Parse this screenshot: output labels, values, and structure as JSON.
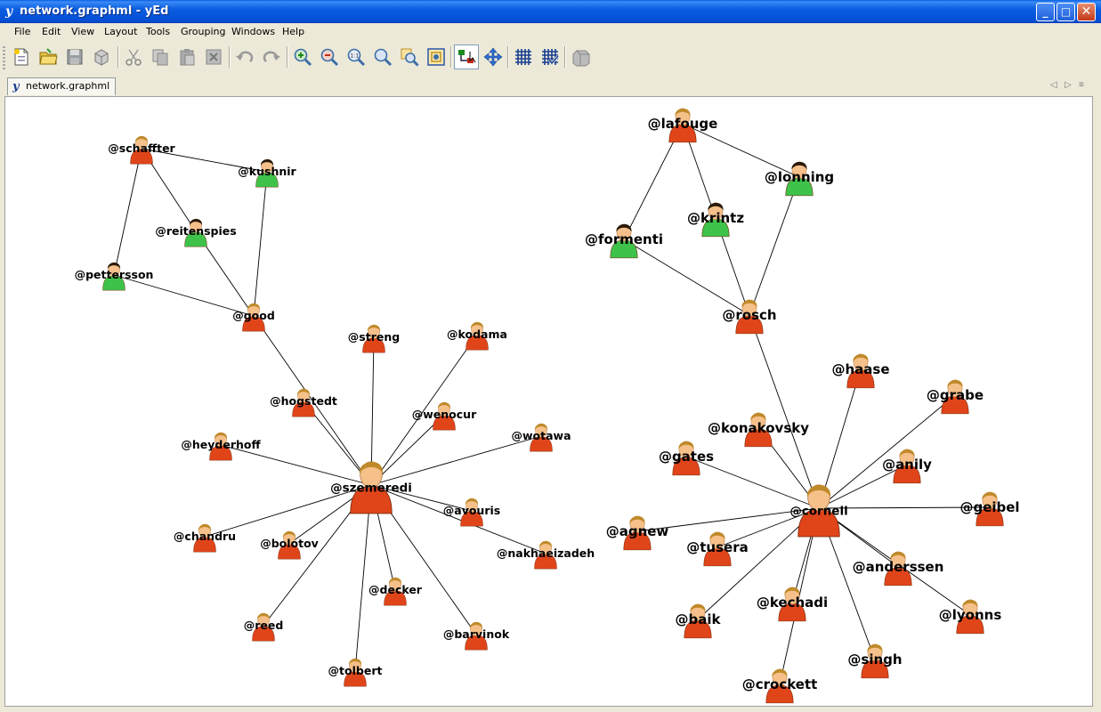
{
  "window": {
    "title": "network.graphml - yEd",
    "app_icon": "y",
    "controls": {
      "minimize": "_",
      "maximize": "□",
      "close": "✕"
    }
  },
  "menu": [
    "File",
    "Edit",
    "View",
    "Layout",
    "Tools",
    "Grouping",
    "Windows",
    "Help"
  ],
  "toolbar": {
    "tools": [
      "new-document-icon",
      "open-folder-icon",
      "save-icon",
      "properties-icon",
      "cut-icon",
      "copy-icon",
      "paste-icon",
      "delete-icon",
      "undo-icon",
      "redo-icon",
      "zoom-in-icon",
      "zoom-out-icon",
      "zoom-original-icon",
      "fit-content-icon",
      "zoom-area-icon",
      "fit-selection-icon",
      "edit-mode-icon",
      "navigation-mode-icon",
      "grid-icon",
      "snap-grid-icon",
      "layout-icon"
    ],
    "active_tool": "edit-mode-icon"
  },
  "tabs": {
    "active": "network.graphml",
    "nav": {
      "prev": "◁",
      "next": "▷",
      "list": "≡"
    }
  },
  "graph": {
    "nodes": [
      {
        "id": "schaffter",
        "label": "@schaffter",
        "kind": "orange",
        "size": "small"
      },
      {
        "id": "kushnir",
        "label": "@kushnir",
        "kind": "green",
        "size": "small"
      },
      {
        "id": "reitenspies",
        "label": "@reitenspies",
        "kind": "green",
        "size": "small"
      },
      {
        "id": "pettersson",
        "label": "@pettersson",
        "kind": "green",
        "size": "small"
      },
      {
        "id": "good",
        "label": "@good",
        "kind": "orange",
        "size": "small"
      },
      {
        "id": "streng",
        "label": "@streng",
        "kind": "orange",
        "size": "small"
      },
      {
        "id": "kodama",
        "label": "@kodama",
        "kind": "orange",
        "size": "small"
      },
      {
        "id": "hogstedt",
        "label": "@hogstedt",
        "kind": "orange",
        "size": "small"
      },
      {
        "id": "wenocur",
        "label": "@wenocur",
        "kind": "orange",
        "size": "small"
      },
      {
        "id": "wotawa",
        "label": "@wotawa",
        "kind": "orange",
        "size": "small"
      },
      {
        "id": "heyderhoff",
        "label": "@heyderhoff",
        "kind": "orange",
        "size": "small"
      },
      {
        "id": "szemeredi",
        "label": "@szemeredi",
        "kind": "orange",
        "size": "large"
      },
      {
        "id": "avouris",
        "label": "@avouris",
        "kind": "orange",
        "size": "small"
      },
      {
        "id": "chandru",
        "label": "@chandru",
        "kind": "orange",
        "size": "small"
      },
      {
        "id": "bolotov",
        "label": "@bolotov",
        "kind": "orange",
        "size": "small"
      },
      {
        "id": "nakhaeizadeh",
        "label": "@nakhaeizadeh",
        "kind": "orange",
        "size": "small"
      },
      {
        "id": "decker",
        "label": "@decker",
        "kind": "orange",
        "size": "small"
      },
      {
        "id": "reed",
        "label": "@reed",
        "kind": "orange",
        "size": "small"
      },
      {
        "id": "barvinok",
        "label": "@barvinok",
        "kind": "orange",
        "size": "small"
      },
      {
        "id": "tolbert",
        "label": "@tolbert",
        "kind": "orange",
        "size": "small"
      },
      {
        "id": "lafouge",
        "label": "@lafouge",
        "kind": "orange",
        "size": "medium"
      },
      {
        "id": "lonning",
        "label": "@lonning",
        "kind": "green",
        "size": "medium"
      },
      {
        "id": "krintz",
        "label": "@krintz",
        "kind": "green",
        "size": "medium"
      },
      {
        "id": "formenti",
        "label": "@formenti",
        "kind": "green",
        "size": "medium"
      },
      {
        "id": "rosch",
        "label": "@rosch",
        "kind": "orange",
        "size": "medium"
      },
      {
        "id": "haase",
        "label": "@haase",
        "kind": "orange",
        "size": "medium"
      },
      {
        "id": "grabe",
        "label": "@grabe",
        "kind": "orange",
        "size": "medium"
      },
      {
        "id": "konakovsky",
        "label": "@konakovsky",
        "kind": "orange",
        "size": "medium"
      },
      {
        "id": "gates",
        "label": "@gates",
        "kind": "orange",
        "size": "medium"
      },
      {
        "id": "anily",
        "label": "@anily",
        "kind": "orange",
        "size": "medium"
      },
      {
        "id": "cornell",
        "label": "@cornell",
        "kind": "orange",
        "size": "large"
      },
      {
        "id": "geibel",
        "label": "@geibel",
        "kind": "orange",
        "size": "medium"
      },
      {
        "id": "agnew",
        "label": "@agnew",
        "kind": "orange",
        "size": "medium"
      },
      {
        "id": "tusera",
        "label": "@tusera",
        "kind": "orange",
        "size": "medium"
      },
      {
        "id": "anderssen",
        "label": "@anderssen",
        "kind": "orange",
        "size": "medium"
      },
      {
        "id": "kechadi",
        "label": "@kechadi",
        "kind": "orange",
        "size": "medium"
      },
      {
        "id": "baik",
        "label": "@baik",
        "kind": "orange",
        "size": "medium"
      },
      {
        "id": "lyonns",
        "label": "@lyonns",
        "kind": "orange",
        "size": "medium"
      },
      {
        "id": "singh",
        "label": "@singh",
        "kind": "orange",
        "size": "medium"
      },
      {
        "id": "crockett",
        "label": "@crockett",
        "kind": "orange",
        "size": "medium"
      }
    ],
    "edges": [
      [
        "schaffter",
        "kushnir"
      ],
      [
        "schaffter",
        "reitenspies"
      ],
      [
        "schaffter",
        "pettersson"
      ],
      [
        "kushnir",
        "good"
      ],
      [
        "reitenspies",
        "good"
      ],
      [
        "pettersson",
        "good"
      ],
      [
        "good",
        "szemeredi"
      ],
      [
        "hogstedt",
        "szemeredi"
      ],
      [
        "streng",
        "szemeredi"
      ],
      [
        "kodama",
        "szemeredi"
      ],
      [
        "wenocur",
        "szemeredi"
      ],
      [
        "wotawa",
        "szemeredi"
      ],
      [
        "heyderhoff",
        "szemeredi"
      ],
      [
        "avouris",
        "szemeredi"
      ],
      [
        "chandru",
        "szemeredi"
      ],
      [
        "bolotov",
        "szemeredi"
      ],
      [
        "nakhaeizadeh",
        "szemeredi"
      ],
      [
        "decker",
        "szemeredi"
      ],
      [
        "reed",
        "szemeredi"
      ],
      [
        "barvinok",
        "szemeredi"
      ],
      [
        "tolbert",
        "szemeredi"
      ],
      [
        "lafouge",
        "lonning"
      ],
      [
        "lafouge",
        "krintz"
      ],
      [
        "lafouge",
        "formenti"
      ],
      [
        "lonning",
        "rosch"
      ],
      [
        "krintz",
        "rosch"
      ],
      [
        "formenti",
        "rosch"
      ],
      [
        "rosch",
        "cornell"
      ],
      [
        "haase",
        "cornell"
      ],
      [
        "grabe",
        "cornell"
      ],
      [
        "konakovsky",
        "cornell"
      ],
      [
        "gates",
        "cornell"
      ],
      [
        "anily",
        "cornell"
      ],
      [
        "geibel",
        "cornell"
      ],
      [
        "agnew",
        "cornell"
      ],
      [
        "tusera",
        "cornell"
      ],
      [
        "anderssen",
        "cornell"
      ],
      [
        "kechadi",
        "cornell"
      ],
      [
        "baik",
        "cornell"
      ],
      [
        "lyonns",
        "cornell"
      ],
      [
        "singh",
        "cornell"
      ],
      [
        "crockett",
        "cornell"
      ]
    ]
  },
  "colors": {
    "titlebar": "#0A5CE0",
    "chrome": "#ECE9D8",
    "canvas": "#FFFFFF",
    "edge": "#000000",
    "person_orange_body": "#E0451A",
    "person_green_body": "#3EC24A",
    "skin": "#F6C08A",
    "hair_light": "#C08A2A",
    "hair_dark": "#2A1A0A"
  }
}
